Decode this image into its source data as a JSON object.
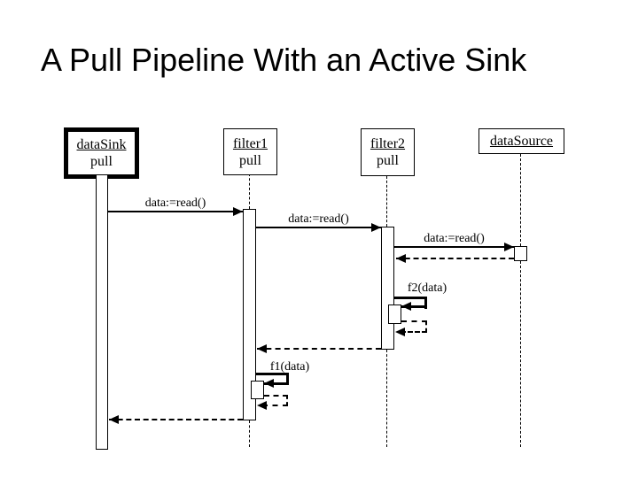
{
  "slide": {
    "title": "A Pull Pipeline With an Active Sink",
    "background_color": "#ffffff",
    "ink_color": "#000000"
  },
  "diagram": {
    "type": "uml-sequence-diagram",
    "objects": [
      {
        "name": "dataSink",
        "stereotype": "pull",
        "active_object": true
      },
      {
        "name": "filter1",
        "stereotype": "pull",
        "active_object": false
      },
      {
        "name": "filter2",
        "stereotype": "pull",
        "active_object": false
      },
      {
        "name": "dataSource",
        "stereotype": "",
        "active_object": false
      }
    ],
    "messages": [
      {
        "seq": 1,
        "from": "dataSink",
        "to": "filter1",
        "label": "data:=read()",
        "kind": "call"
      },
      {
        "seq": 2,
        "from": "filter1",
        "to": "filter2",
        "label": "data:=read()",
        "kind": "call"
      },
      {
        "seq": 3,
        "from": "filter2",
        "to": "dataSource",
        "label": "data:=read()",
        "kind": "call"
      },
      {
        "seq": 4,
        "from": "dataSource",
        "to": "filter2",
        "label": "",
        "kind": "return"
      },
      {
        "seq": 5,
        "from": "filter2",
        "to": "filter2",
        "label": "f2(data)",
        "kind": "self-call"
      },
      {
        "seq": 6,
        "from": "filter2",
        "to": "filter2",
        "label": "",
        "kind": "self-return"
      },
      {
        "seq": 7,
        "from": "filter2",
        "to": "filter1",
        "label": "",
        "kind": "return"
      },
      {
        "seq": 8,
        "from": "filter1",
        "to": "filter1",
        "label": "f1(data)",
        "kind": "self-call"
      },
      {
        "seq": 9,
        "from": "filter1",
        "to": "filter1",
        "label": "",
        "kind": "self-return"
      },
      {
        "seq": 10,
        "from": "filter1",
        "to": "dataSink",
        "label": "",
        "kind": "return"
      }
    ]
  }
}
